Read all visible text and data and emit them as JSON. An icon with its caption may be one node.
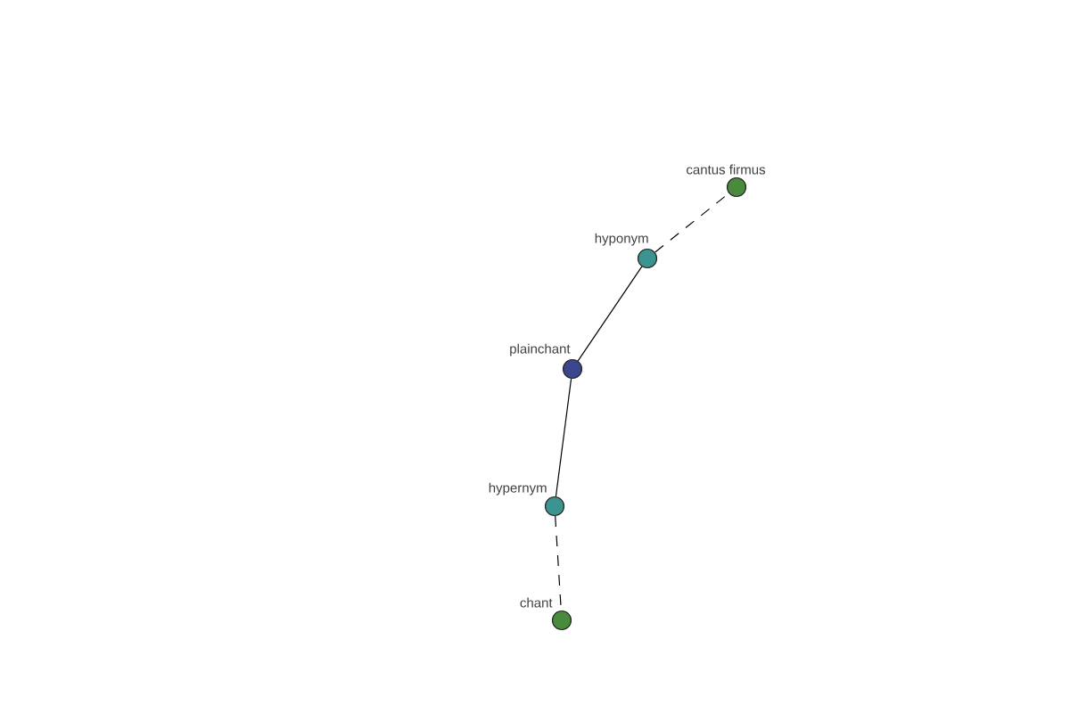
{
  "diagram": {
    "nodes": [
      {
        "text": [
          "cantus firmus"
        ]
      },
      {
        "text": [
          "hyponym"
        ]
      },
      {
        "text": [
          "plainchant"
        ]
      },
      {
        "text": [
          "hypernym"
        ]
      },
      {
        "text": [
          "chant"
        ]
      }
    ],
    "edges": [
      {
        "from": 1,
        "to": 0,
        "arrow": "none",
        "style": "dashed"
      },
      {
        "from": 2,
        "to": 1,
        "arrow": "none"
      },
      {
        "from": 2,
        "to": 3,
        "arrow": "none"
      },
      {
        "from": 3,
        "to": 4,
        "arrow": "none",
        "style": "dashed"
      }
    ]
  }
}
